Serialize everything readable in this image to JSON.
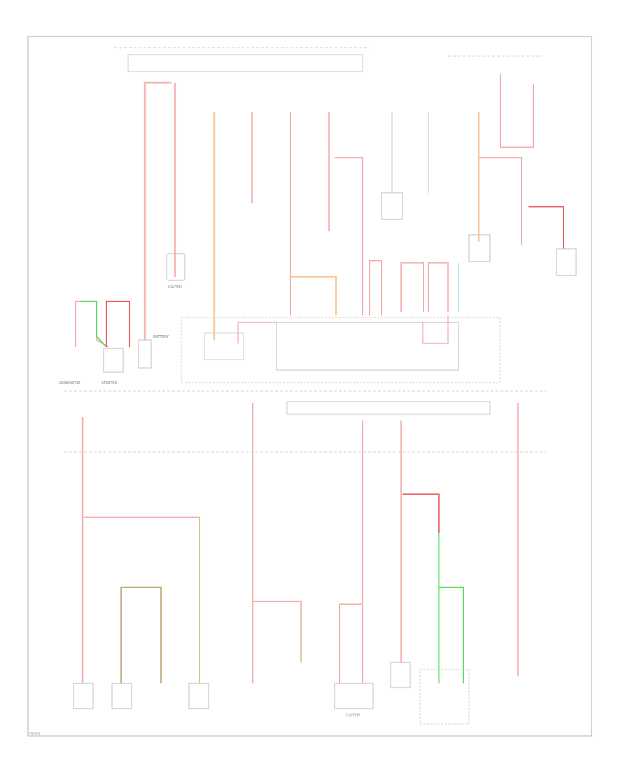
{
  "diagram": {
    "labels": {
      "generator": "GENERATOR",
      "starter": "STARTER",
      "battery": "BATTERY",
      "clutch_sw": "CLUTCH",
      "clutch_bottom": "CLUTCH",
      "footer": "FN0001"
    }
  }
}
